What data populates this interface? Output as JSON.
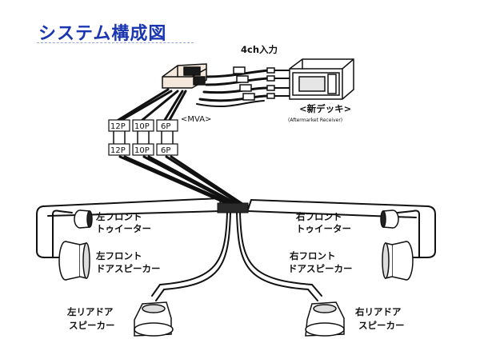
{
  "title": "システム構成図",
  "diagram": {
    "input_label": "4ch入力",
    "mva_label": "<MVA>",
    "deck_label": "<新デッキ>",
    "deck_sublabel": "(Aftermarket Receiver)",
    "connectors_top": [
      "12P",
      "10P",
      "6P"
    ],
    "connectors_bottom": [
      "12P",
      "10P",
      "6P"
    ],
    "left_tweeter": [
      "左フロント",
      "トゥイーター"
    ],
    "left_front_speaker": [
      "左フロント",
      "ドアスピーカー"
    ],
    "left_rear_speaker": [
      "左リアドア",
      "スピーカー"
    ],
    "right_tweeter": [
      "右フロント",
      "トゥイーター"
    ],
    "right_front_speaker": [
      "右フロント",
      "ドアスピーカー"
    ],
    "right_rear_speaker": [
      "右リアドア",
      "スピーカー"
    ]
  }
}
